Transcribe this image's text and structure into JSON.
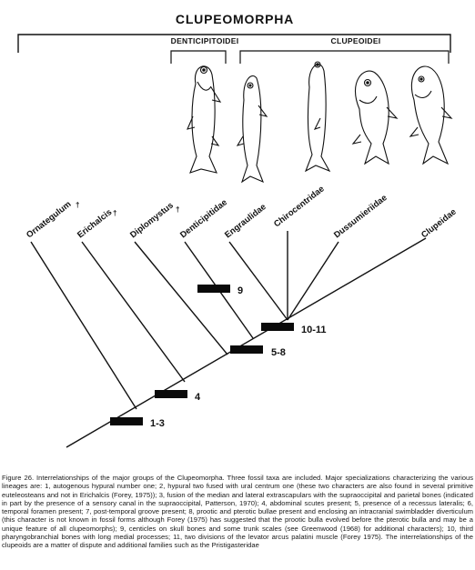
{
  "group_title": "CLUPEOMORPHA",
  "subgroups": {
    "left": "DENTICIPITOIDEI",
    "right": "CLUPEOIDEI"
  },
  "taxa": [
    {
      "id": "ornategulum",
      "label": "Ornategulum",
      "fossil_mark": "†"
    },
    {
      "id": "erichalcis",
      "label": "Erichalcis",
      "fossil_mark": "†"
    },
    {
      "id": "diplomystus",
      "label": "Diplomystus",
      "fossil_mark": "†"
    },
    {
      "id": "denticipitidae",
      "label": "Denticipitidae",
      "fossil_mark": ""
    },
    {
      "id": "engraulidae",
      "label": "Engraulidae",
      "fossil_mark": ""
    },
    {
      "id": "chirocentridae",
      "label": "Chirocentridae",
      "fossil_mark": ""
    },
    {
      "id": "dussumieriidae",
      "label": "Dussumieriidae",
      "fossil_mark": ""
    },
    {
      "id": "clupeidae",
      "label": "Clupeidae",
      "fossil_mark": ""
    }
  ],
  "character_labels": [
    "1-3",
    "4",
    "5-8",
    "9",
    "10-11"
  ],
  "caption": "Figure 26.  Interrelationships of the major groups of the Clupeomorpha. Three fossil taxa are included. Major specializations characterizing the various lineages are: 1, autogenous hypural number one; 2, hypural two fused with ural centrum one (these two characters are also found in several primitive euteleosteans and not in Erichalcis (Forey, 1975)); 3, fusion of the median and lateral extrascapulars with the supraoccipital and parietal bones (indicated in part by the presence of a sensory canal in the supraoccipital, Patterson, 1970); 4, abdominal scutes present; 5, presence of a recessus lateralis; 6, temporal foramen present; 7, post-temporal groove present; 8, prootic and pterotic bullae present and enclosing an intracranial swimbladder diverticulum (this character is not known in fossil forms although Forey (1975) has suggested that the prootic bulla evolved before the pterotic bulla and may be a unique feature of all clupeomorphs); 9, centicles on skull bones and some trunk scales (see Greenwood (1968) for additional characters); 10, third pharyngobranchial bones with long medial processes; 11, two divisions of the levator arcus palatini muscle (Forey 1975). The interrelationships of the clupeoids are a matter of dispute and additional families such as the Pristigasteridae"
}
